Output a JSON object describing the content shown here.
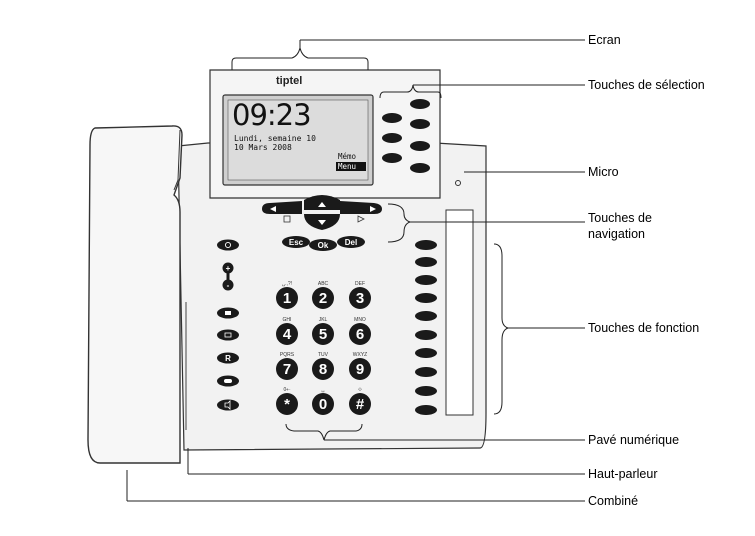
{
  "brand": "tiptel",
  "screen": {
    "time": "09:23",
    "line1": "Lundi, semaine 10",
    "line2": "10 Mars 2008",
    "softkey1": "Mémo",
    "softkey2": "Menu"
  },
  "nav_keys": {
    "esc": "Esc",
    "ok": "Ok",
    "del": "Del"
  },
  "side_keys": {
    "plus": "+",
    "minus": "-",
    "r": "R"
  },
  "keypad": [
    {
      "main": "1",
      "sub": "␣.,?!"
    },
    {
      "main": "2",
      "sub": "ABC"
    },
    {
      "main": "3",
      "sub": "DEF"
    },
    {
      "main": "4",
      "sub": "GHI"
    },
    {
      "main": "5",
      "sub": "JKL"
    },
    {
      "main": "6",
      "sub": "MNO"
    },
    {
      "main": "7",
      "sub": "PQRS"
    },
    {
      "main": "8",
      "sub": "TUV"
    },
    {
      "main": "9",
      "sub": "WXYZ"
    },
    {
      "main": "*",
      "sub": "0⇠"
    },
    {
      "main": "0",
      "sub": "␣"
    },
    {
      "main": "#",
      "sub": "⟐"
    }
  ],
  "labels": {
    "ecran": "Ecran",
    "selection": "Touches de sélection",
    "micro": "Micro",
    "navigation_1": "Touches de",
    "navigation_2": "navigation",
    "fonction": "Touches de fonction",
    "pave": "Pavé numérique",
    "haut_parleur": "Haut-parleur",
    "combine": "Combiné"
  },
  "colors": {
    "body": "#f0f0f0",
    "outline": "#333333",
    "key": "#1a1a1a",
    "lcd": "#dcdcdc"
  }
}
